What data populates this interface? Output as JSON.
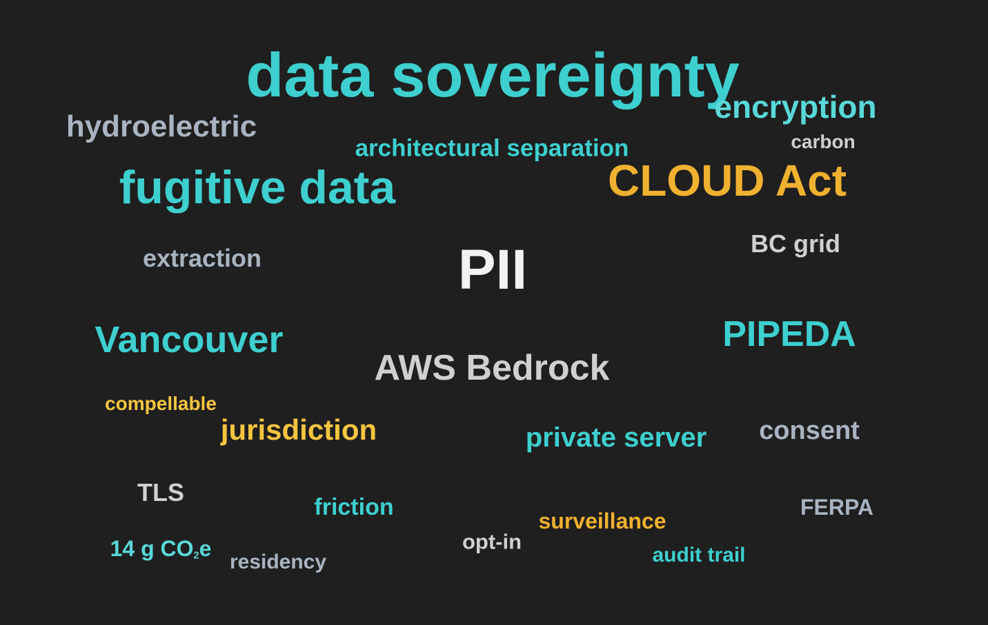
{
  "colors": {
    "background": "#1f1f1f",
    "teal": "#3ecfcf",
    "teal_light": "#5ad8d8",
    "orange": "#f0b030",
    "yellow": "#f5c540",
    "white": "#f2f2f2",
    "light_gray": "#d0d0d0",
    "blue_gray": "#a9b4c2"
  },
  "words": [
    {
      "text": "data sovereignty",
      "color": "#3ecfcf"
    },
    {
      "text": "encryption",
      "color": "#5ad8d8"
    },
    {
      "text": "hydroelectric",
      "color": "#a9b4c2"
    },
    {
      "text": "architectural separation",
      "color": "#3ecfcf"
    },
    {
      "text": "carbon",
      "color": "#d0d0d0"
    },
    {
      "text": "fugitive data",
      "color": "#3ecfcf"
    },
    {
      "text": "CLOUD Act",
      "color": "#f0b030"
    },
    {
      "text": "BC grid",
      "color": "#d0d0d0"
    },
    {
      "text": "extraction",
      "color": "#a9b4c2"
    },
    {
      "text": "PII",
      "color": "#f2f2f2"
    },
    {
      "text": "Vancouver",
      "color": "#3ecfcf"
    },
    {
      "text": "PIPEDA",
      "color": "#3ecfcf"
    },
    {
      "text": "AWS Bedrock",
      "color": "#d0d0d0"
    },
    {
      "text": "compellable",
      "color": "#f5c540"
    },
    {
      "text": "jurisdiction",
      "color": "#f5c540"
    },
    {
      "text": "private server",
      "color": "#3ecfcf"
    },
    {
      "text": "consent",
      "color": "#a9b4c2"
    },
    {
      "text": "TLS",
      "color": "#d0d0d0"
    },
    {
      "text": "friction",
      "color": "#3ecfcf"
    },
    {
      "text": "FERPA",
      "color": "#a9b4c2"
    },
    {
      "text": "surveillance",
      "color": "#f0b030"
    },
    {
      "text": "opt-in",
      "color": "#d0d0d0"
    },
    {
      "text": "audit trail",
      "color": "#3ecfcf"
    },
    {
      "text": "residency",
      "color": "#a9b4c2"
    }
  ],
  "co2_word": {
    "prefix": "14 g CO",
    "subscript": "2",
    "suffix": "e",
    "color": "#5ad8d8"
  }
}
